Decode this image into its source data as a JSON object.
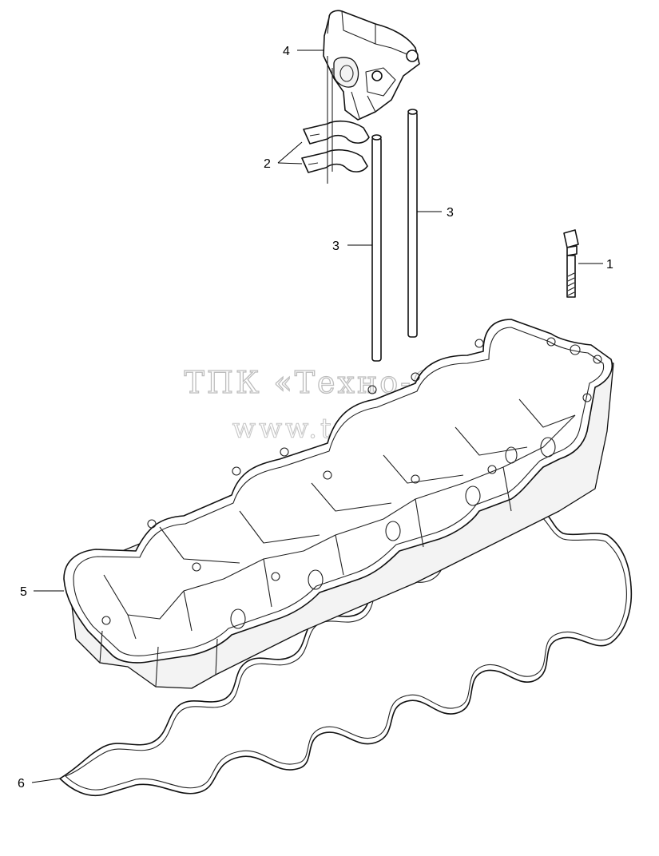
{
  "watermark": {
    "line1": "ТПК «Техно-Сиб»",
    "line2": "www.tpkts.ru"
  },
  "callouts": [
    {
      "id": "1",
      "label": "1",
      "part": "bolt"
    },
    {
      "id": "2",
      "label": "2",
      "part": "rocker-shaft-clamp-halves"
    },
    {
      "id": "3a",
      "label": "3",
      "part": "push-rod"
    },
    {
      "id": "3b",
      "label": "3",
      "part": "push-rod"
    },
    {
      "id": "4",
      "label": "4",
      "part": "rocker-arm-assembly"
    },
    {
      "id": "5",
      "label": "5",
      "part": "valve-cover-housing"
    },
    {
      "id": "6",
      "label": "6",
      "part": "valve-cover-gasket"
    }
  ]
}
